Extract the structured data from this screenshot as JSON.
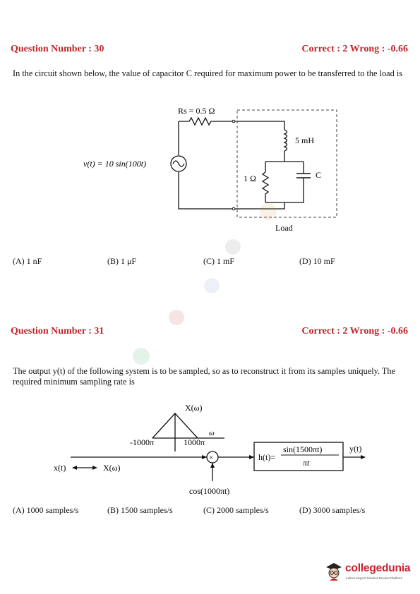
{
  "q30": {
    "number_label": "Question Number : 30",
    "marks_label": "Correct : 2  Wrong : -0.66",
    "text": "In the circuit shown below, the value of capacitor C required for maximum power to be transferred to the load is",
    "circuit": {
      "rs_label": "Rs = 0.5 Ω",
      "source_label": "v(t) = 10 sin(100t)",
      "inductor_label": "5 mH",
      "resistor_label": "1 Ω",
      "capacitor_label": "C",
      "load_label": "Load"
    },
    "options": [
      "(A) 1 nF",
      "(B) 1 μF",
      "(C) 1 mF",
      "(D) 10 mF"
    ]
  },
  "q31": {
    "number_label": "Question Number : 31",
    "marks_label": "Correct : 2  Wrong : -0.66",
    "text": "The output y(t) of the following system is to be sampled, so as to reconstruct it from its samples uniquely. The required minimum sampling rate is",
    "diagram": {
      "spectrum_label": "X(ω)",
      "omega_label": "ω",
      "neg_tick": "-1000π",
      "pos_tick": "1000π",
      "input_x": "x(t)",
      "input_X": "X(ω)",
      "multiplier_symbol": "×",
      "carrier_label": "cos(1000πt)",
      "filter_prefix": "h(t)=",
      "filter_num": "sin(1500πt)",
      "filter_den": "πt",
      "output_label": "y(t)"
    },
    "options": [
      "(A) 1000 samples/s",
      "(B) 1500 samples/s",
      "(C) 2000 samples/s",
      "(D) 3000 samples/s"
    ]
  },
  "brand": {
    "name": "collegedunia",
    "tagline": "India's largest Student Review Platform"
  },
  "colors": {
    "heading_red": "#c0262c",
    "text_black": "#111111",
    "brand_red": "#c8202d"
  }
}
